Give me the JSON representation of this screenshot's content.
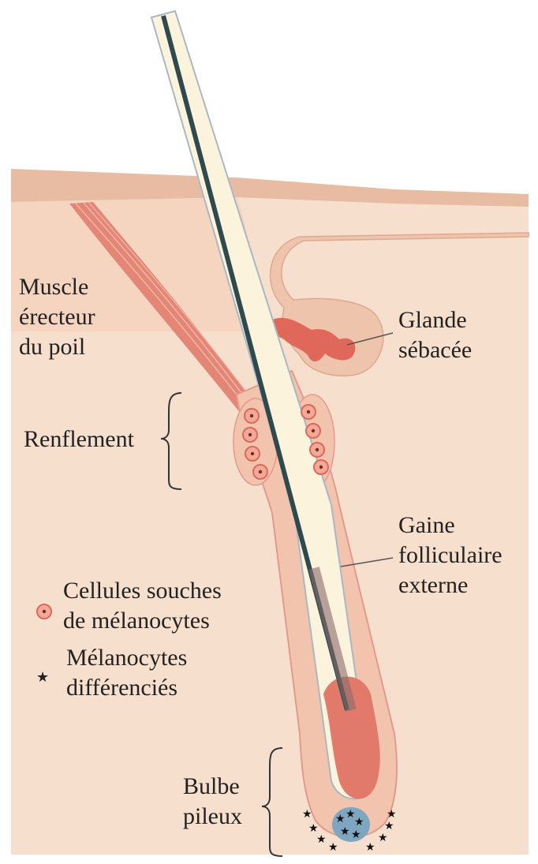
{
  "labels": {
    "muscle": [
      "Muscle",
      "érecteur",
      "du poil"
    ],
    "gland": [
      "Glande",
      "sébacée"
    ],
    "bulge": "Renflement",
    "sheath": [
      "Gaine",
      "folliculaire",
      "externe"
    ],
    "stem_cells": [
      "Cellules souches",
      "de mélanocytes"
    ],
    "melanocytes": [
      "Mélanocytes",
      "différenciés"
    ],
    "bulb": [
      "Bulbe",
      "pileux"
    ]
  },
  "colors": {
    "skin_surface": "#e7bca3",
    "dermis": "#f7dfcd",
    "tissue": "#f2c4ad",
    "muscle": "#e38676",
    "sheath_line": "#e39a8c",
    "hair_shaft": "#fbf3dc",
    "medulla": "#2f4a4f",
    "papilla": "#7ea6c1",
    "cell": "#e27a6c",
    "text": "#222222"
  }
}
